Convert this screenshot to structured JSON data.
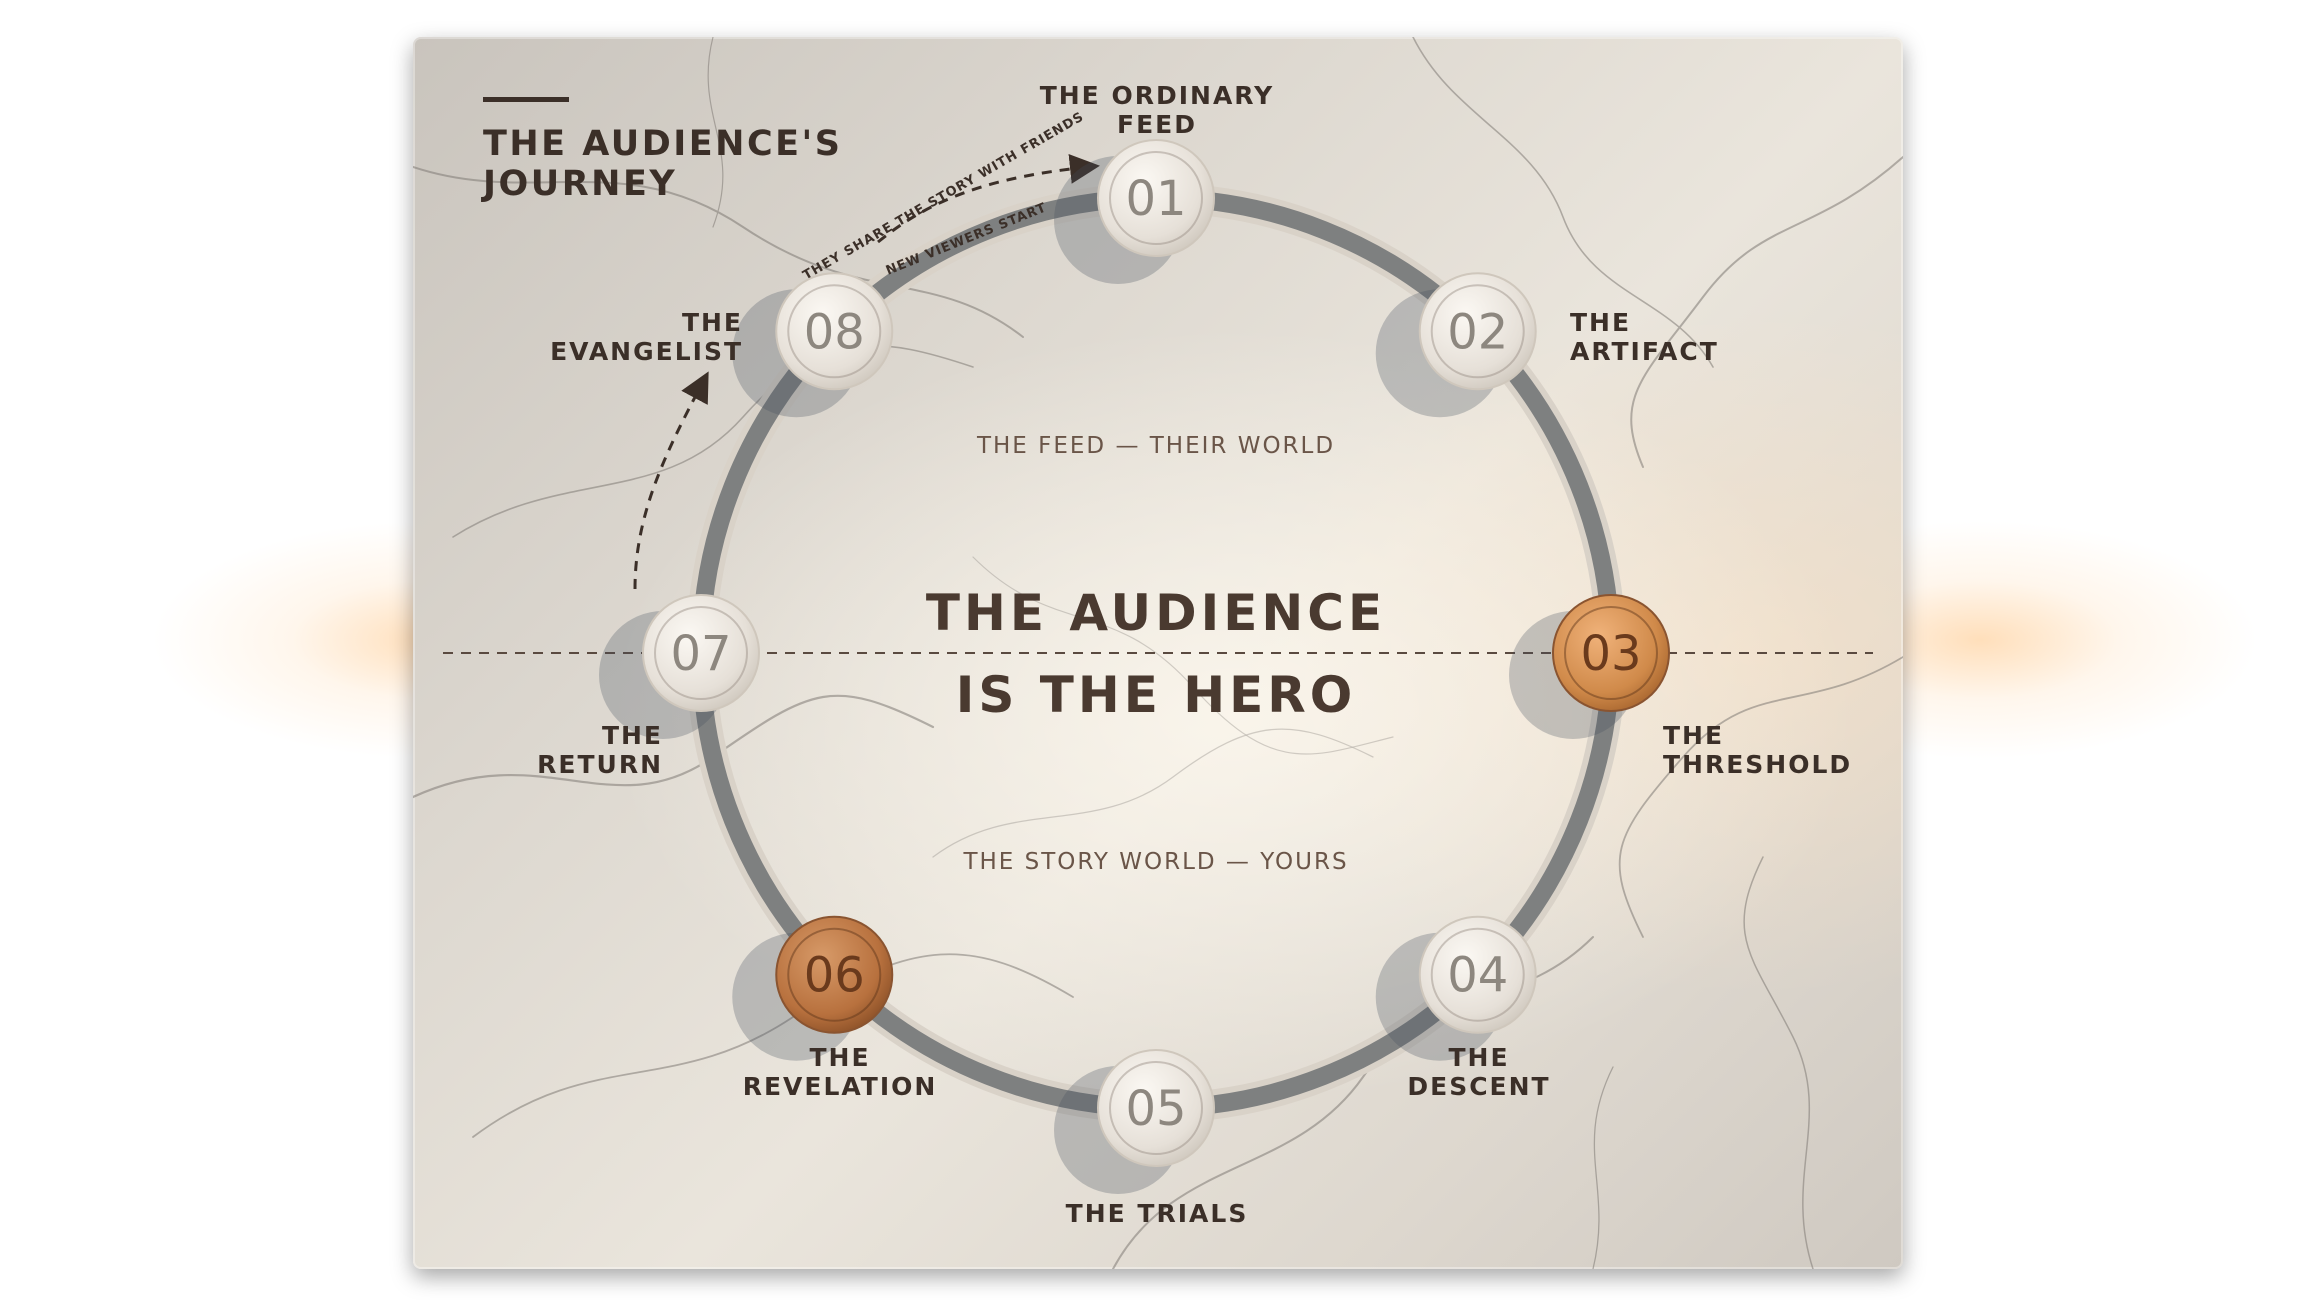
{
  "title": {
    "line1": "THE AUDIENCE'S",
    "line2": "JOURNEY"
  },
  "center": {
    "line1": "THE AUDIENCE",
    "line2": "IS THE HERO"
  },
  "zones": {
    "upper": "THE FEED — THEIR WORLD",
    "lower": "THE STORY WORLD — YOURS"
  },
  "loop_arrow": {
    "line1": "THEY SHARE THE STORY WITH FRIENDS",
    "line2": "NEW VIEWERS START"
  },
  "stages": [
    {
      "num": "01",
      "line1": "THE ORDINARY",
      "line2": "FEED",
      "highlight": "none"
    },
    {
      "num": "02",
      "line1": "THE",
      "line2": "ARTIFACT",
      "highlight": "none"
    },
    {
      "num": "03",
      "line1": "THE",
      "line2": "THRESHOLD",
      "highlight": "orange"
    },
    {
      "num": "04",
      "line1": "THE",
      "line2": "DESCENT",
      "highlight": "none"
    },
    {
      "num": "05",
      "line1": "THE TRIALS",
      "line2": "",
      "highlight": "none"
    },
    {
      "num": "06",
      "line1": "THE",
      "line2": "REVELATION",
      "highlight": "copper"
    },
    {
      "num": "07",
      "line1": "THE",
      "line2": "RETURN",
      "highlight": "none"
    },
    {
      "num": "08",
      "line1": "THE",
      "line2": "EVANGELIST",
      "highlight": "none"
    }
  ],
  "colors": {
    "ink": "#3b2f28",
    "orange": "#d08a4a",
    "copper": "#b8713e",
    "disc": "#efeae3",
    "groove": "#5f6468"
  }
}
